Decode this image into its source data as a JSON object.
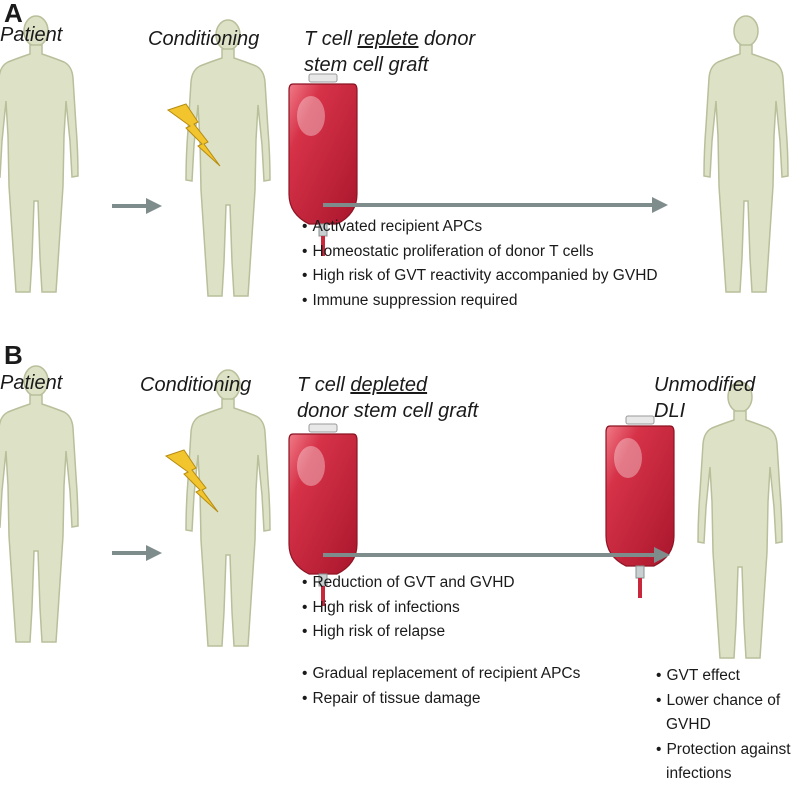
{
  "panel_a": {
    "letter": "A",
    "patient_label": "Patient",
    "conditioning_label": "Conditioning",
    "graft_label": {
      "prefix": "T cell ",
      "emphasis": "replete",
      "suffix": " donor",
      "line2": "stem cell graft"
    },
    "bullets": [
      "Activated recipient APCs",
      "Homeostatic proliferation of donor T cells",
      "High risk of GVT reactivity accompanied by GVHD",
      "Immune suppression required"
    ]
  },
  "panel_b": {
    "letter": "B",
    "patient_label": "Patient",
    "conditioning_label": "Conditioning",
    "graft_label": {
      "prefix": "T cell ",
      "emphasis": "depleted",
      "line2": "donor stem cell graft"
    },
    "dli_label": {
      "line1": "Unmodified",
      "line2": "DLI"
    },
    "bullets_group1": [
      "Reduction of GVT and GVHD",
      "High risk of infections",
      "High risk of relapse"
    ],
    "bullets_group2": [
      "Gradual replacement of recipient APCs",
      "Repair of tissue damage"
    ],
    "outcome_bullets": [
      "GVT effect",
      "Lower chance of GVHD",
      "Protection against infections"
    ]
  },
  "colors": {
    "figure_fill": "#dde2c6",
    "figure_stroke": "#b8bf9a",
    "arrow": "#7f8c8c",
    "bag_red": "#c8283c",
    "lightning": "#f2c42e"
  },
  "icons": [
    "human-figure-icon",
    "lightning-bolt-icon",
    "blood-bag-icon",
    "arrow-right-icon"
  ]
}
